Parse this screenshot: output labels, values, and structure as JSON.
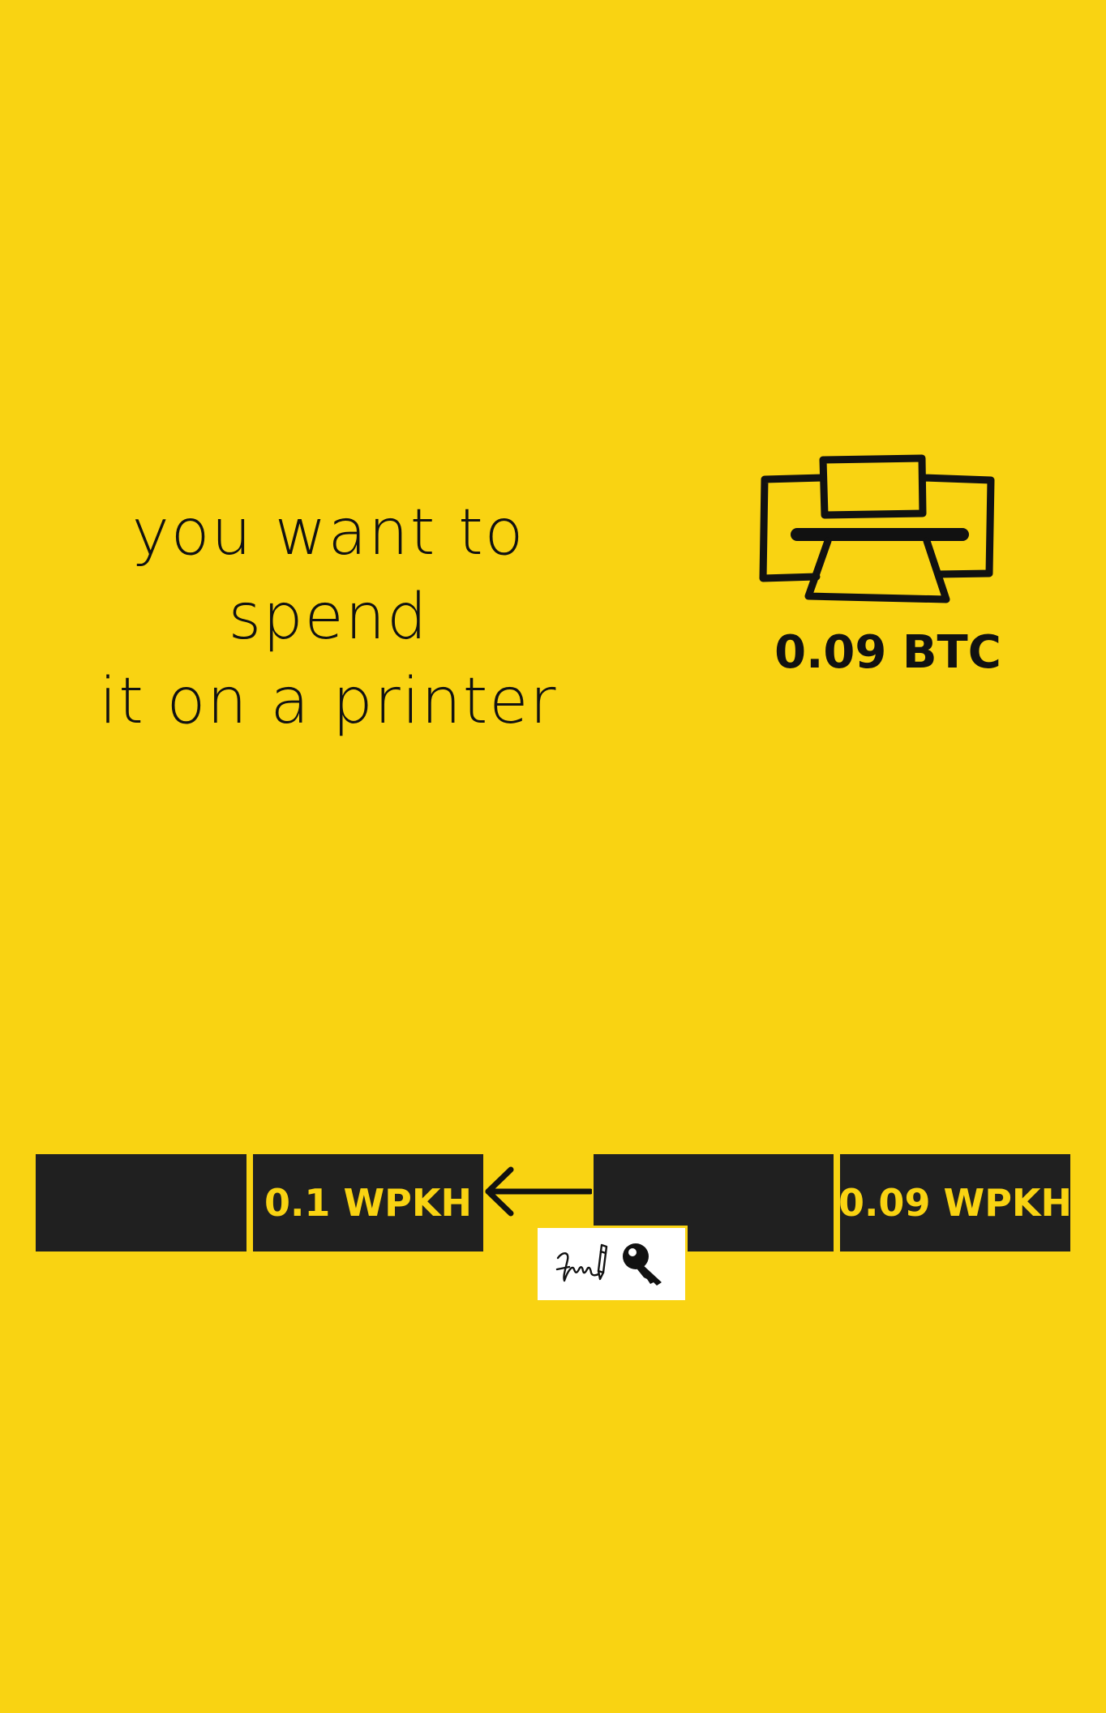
{
  "caption": {
    "line1": "you want to spend",
    "line2": "it on a printer"
  },
  "printer": {
    "icon": "printer-icon",
    "price": "0.09 BTC"
  },
  "transaction": {
    "input_amount": "0.1 WPKH",
    "output_amount": "0.09 WPKH",
    "arrow_icon": "arrow-left-icon",
    "signature_icons": [
      "signature-pen-icon",
      "key-icon"
    ]
  },
  "colors": {
    "background": "#f9d312",
    "block": "#202020",
    "block_text": "#f9d312"
  }
}
